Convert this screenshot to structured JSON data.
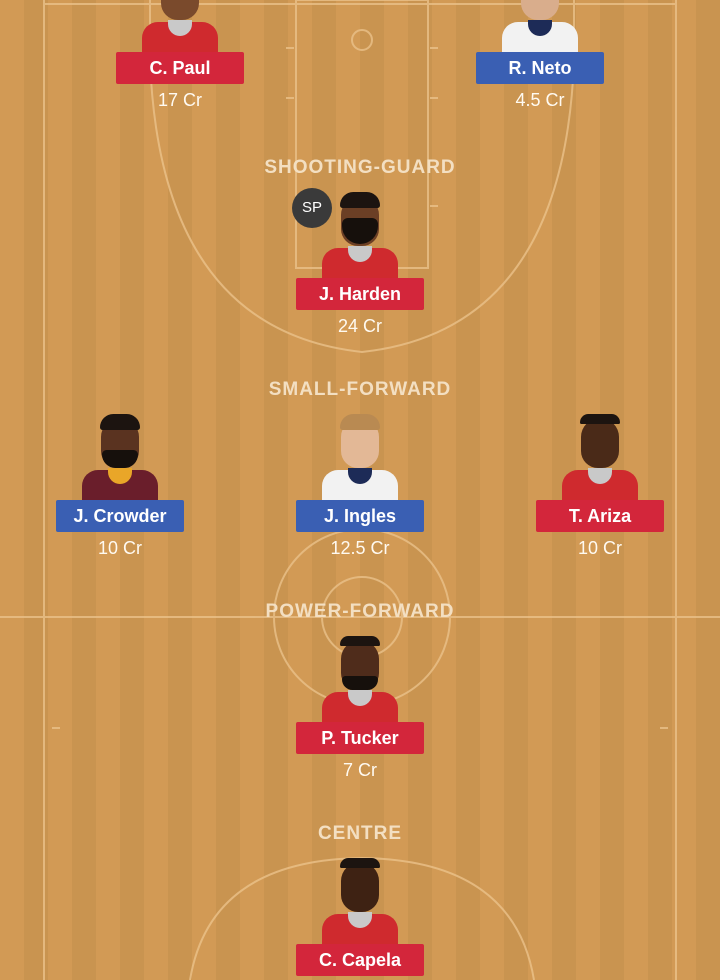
{
  "sections": [
    {
      "label": "SHOOTING-GUARD"
    },
    {
      "label": "SMALL-FORWARD"
    },
    {
      "label": "POWER-FORWARD"
    },
    {
      "label": "CENTRE"
    }
  ],
  "players": [
    {
      "name": "C. Paul",
      "credits": "17 Cr",
      "team_color": "red"
    },
    {
      "name": "R. Neto",
      "credits": "4.5 Cr",
      "team_color": "blue"
    },
    {
      "name": "J. Harden",
      "credits": "24 Cr",
      "team_color": "red",
      "tag": "SP"
    },
    {
      "name": "J. Crowder",
      "credits": "10 Cr",
      "team_color": "blue"
    },
    {
      "name": "J. Ingles",
      "credits": "12.5 Cr",
      "team_color": "blue"
    },
    {
      "name": "T. Ariza",
      "credits": "10 Cr",
      "team_color": "red"
    },
    {
      "name": "P. Tucker",
      "credits": "7 Cr",
      "team_color": "red"
    },
    {
      "name": "C. Capela",
      "credits": "",
      "team_color": "red"
    }
  ],
  "colors": {
    "court_light": "#d29a55",
    "court_dark": "#c99450",
    "badge_red": "#d3263b",
    "badge_blue": "#3a5fb3",
    "sp_badge": "#3a3a3a"
  }
}
